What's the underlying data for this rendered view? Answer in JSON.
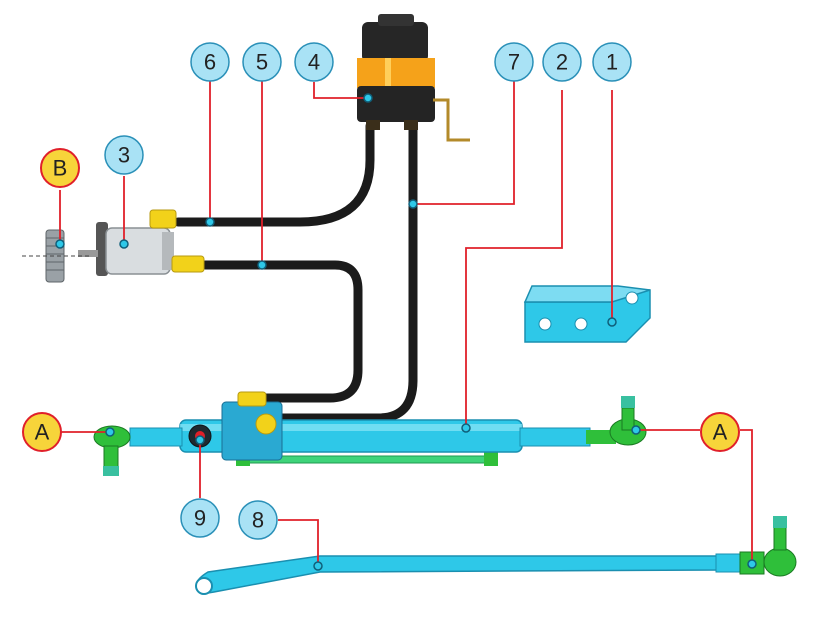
{
  "colors": {
    "part_blue": "#2ec8e8",
    "part_blue_dark": "#1a8fb0",
    "hose_black": "#1b1b1b",
    "fitting_yellow": "#f2d21a",
    "tierod_green": "#2fbf3a",
    "leader_red": "#e0202a",
    "callout_number_fill": "#a9e2f5",
    "callout_letter_fill": "#f7d43a",
    "callout_letter_ring": "#e0202a",
    "reservoir_orange": "#f5a21a",
    "pump_silver": "#d9dde0"
  },
  "callouts": {
    "c1": "1",
    "c2": "2",
    "c3": "3",
    "c4": "4",
    "c5": "5",
    "c6": "6",
    "c7": "7",
    "c8": "8",
    "c9": "9",
    "cA_left": "A",
    "cA_right": "A",
    "cB": "B"
  },
  "parts": {
    "p1": "mounting-bracket",
    "p2": "steering-cylinder",
    "p3": "hydraulic-pump",
    "p4": "oil-reservoir",
    "p5": "pressure-hose",
    "p6": "suction-hose",
    "p7": "return-hose",
    "p8": "tie-rod",
    "p9": "cylinder-port-fitting",
    "pA": "ball-joint-ends",
    "pB": "drive-gear"
  }
}
